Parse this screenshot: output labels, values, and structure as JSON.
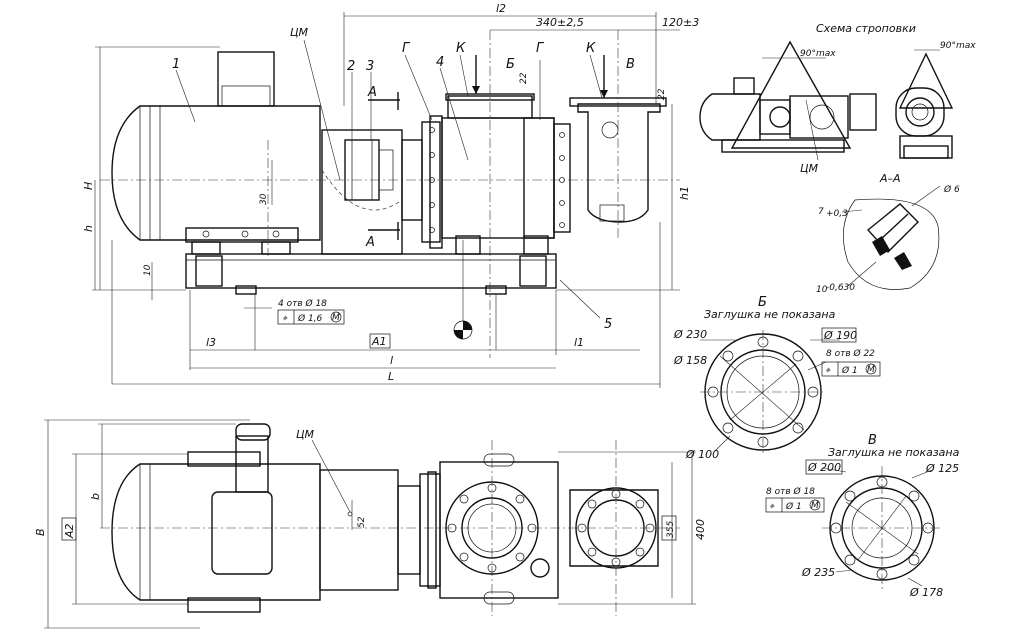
{
  "dimensions": {
    "l2": "l2",
    "d340": "340±2,5",
    "d120": "120±3",
    "d22a": "22",
    "d22b": "22",
    "H": "H",
    "h": "h",
    "h1": "h1",
    "d10": "10",
    "d30": "30",
    "l3": "l3",
    "A1": "A1",
    "l1": "l1",
    "l": "l",
    "L": "L",
    "B": "B",
    "A2": "A2",
    "b": "b",
    "d52": "52",
    "d355": "355",
    "d400": "400"
  },
  "callouts": {
    "c1": "1",
    "c2": "2",
    "c3": "3",
    "c4": "4",
    "c5": "5",
    "G1": "Г",
    "G2": "Г",
    "K1": "К",
    "K2": "К",
    "B1": "Б",
    "V1": "В",
    "CM1": "ЦМ",
    "CM2": "ЦМ",
    "CM3": "ЦМ",
    "AA1": "А",
    "AA2": "А"
  },
  "holes_main": {
    "count": "4 отв Ø 18",
    "frame_sym": "⌖",
    "frame_tol": "Ø 1,6",
    "frame_mod": "M"
  },
  "sling": {
    "title": "Схема строповки",
    "angle1": "90°max",
    "angle2": "90°max"
  },
  "section": {
    "title": "А–А",
    "d6": "Ø 6",
    "d7": "7",
    "d7tol": "+0,3",
    "d10": "10",
    "d10tol": "-0,630"
  },
  "flange_b": {
    "letter": "Б",
    "note": "Заглушка не показана",
    "d230": "Ø 230",
    "d190": "Ø 190",
    "d158": "Ø 158",
    "d100": "Ø 100",
    "holes": "8 отв Ø 22",
    "frame_sym": "⌖",
    "frame_tol": "Ø 1",
    "frame_mod": "M"
  },
  "flange_v": {
    "letter": "В",
    "note": "Заглушка не показана",
    "d200": "Ø 200",
    "d125": "Ø 125",
    "d235": "Ø 235",
    "d178": "Ø 178",
    "holes": "8 отв Ø 18",
    "frame_sym": "⌖",
    "frame_tol": "Ø 1",
    "frame_mod": "M"
  }
}
